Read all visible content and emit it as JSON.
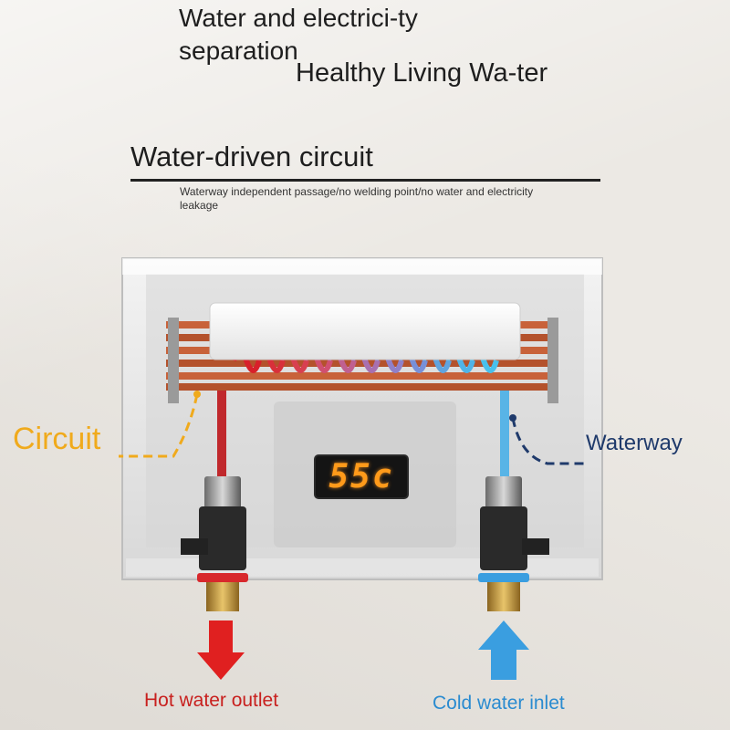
{
  "headline": {
    "line1": "Water and electrici-ty separation",
    "line2": "Healthy Living Wa-ter"
  },
  "section": {
    "title": "Water-driven circuit",
    "subtitle": "Waterway independent passage/no welding point/no water and electricity leakage"
  },
  "labels": {
    "circuit": "Circuit",
    "waterway": "Waterway",
    "hot_outlet": "Hot water outlet",
    "cold_inlet": "Cold water inlet"
  },
  "display": {
    "value": "55c",
    "color": "#ff9a1a"
  },
  "colors": {
    "circuit_label": "#f0aa1c",
    "waterway_label": "#1f3a6b",
    "hot": "#c8201e",
    "cold": "#2a8bd0",
    "copper": "#c8623a"
  }
}
